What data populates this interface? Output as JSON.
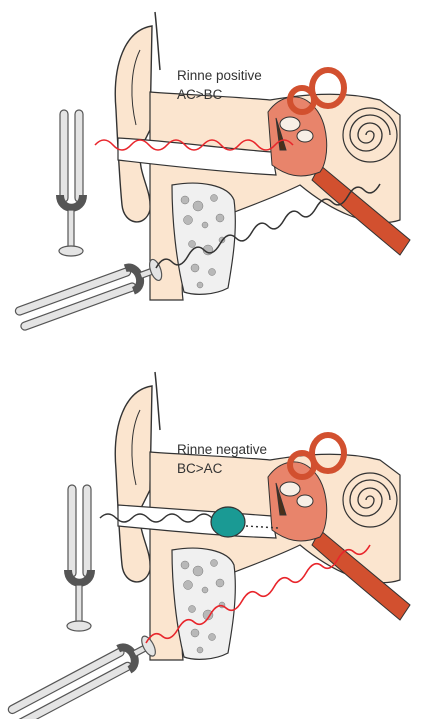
{
  "figure": {
    "panels": [
      {
        "id": "rinne-positive",
        "label_line1": "Rinne positive",
        "label_line2": "AC>BC",
        "air_wave_color": "#e8252b",
        "bone_wave_color": "#333333"
      },
      {
        "id": "rinne-negative",
        "label_line1": "Rinne negative",
        "label_line2": "BC>AC",
        "air_wave_color": "#333333",
        "bone_wave_color": "#e8252b",
        "obstruction_color": "#1a9a94"
      }
    ]
  }
}
